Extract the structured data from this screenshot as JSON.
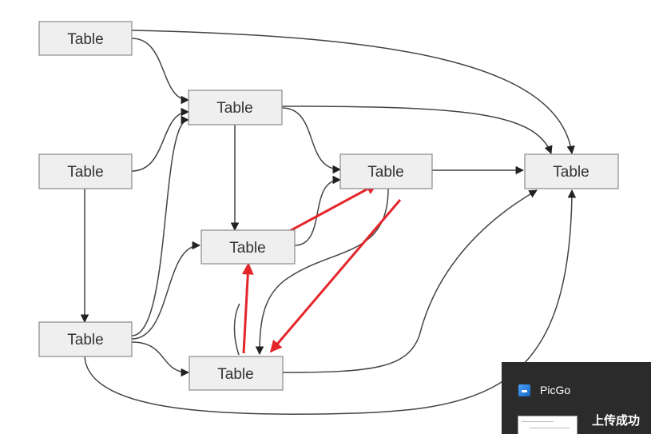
{
  "diagram": {
    "nodes": [
      {
        "id": "t1",
        "label": "Table"
      },
      {
        "id": "t2",
        "label": "Table"
      },
      {
        "id": "t3",
        "label": "Table"
      },
      {
        "id": "t4",
        "label": "Table"
      },
      {
        "id": "t5",
        "label": "Table"
      },
      {
        "id": "t6",
        "label": "Table"
      },
      {
        "id": "t7",
        "label": "Table"
      },
      {
        "id": "t8",
        "label": "Table"
      }
    ],
    "edge_color": "#444444",
    "highlight_color": "#e4262b"
  },
  "toast": {
    "app_name": "PicGo",
    "icon": "picgo-app-icon",
    "message": "上传成功"
  }
}
